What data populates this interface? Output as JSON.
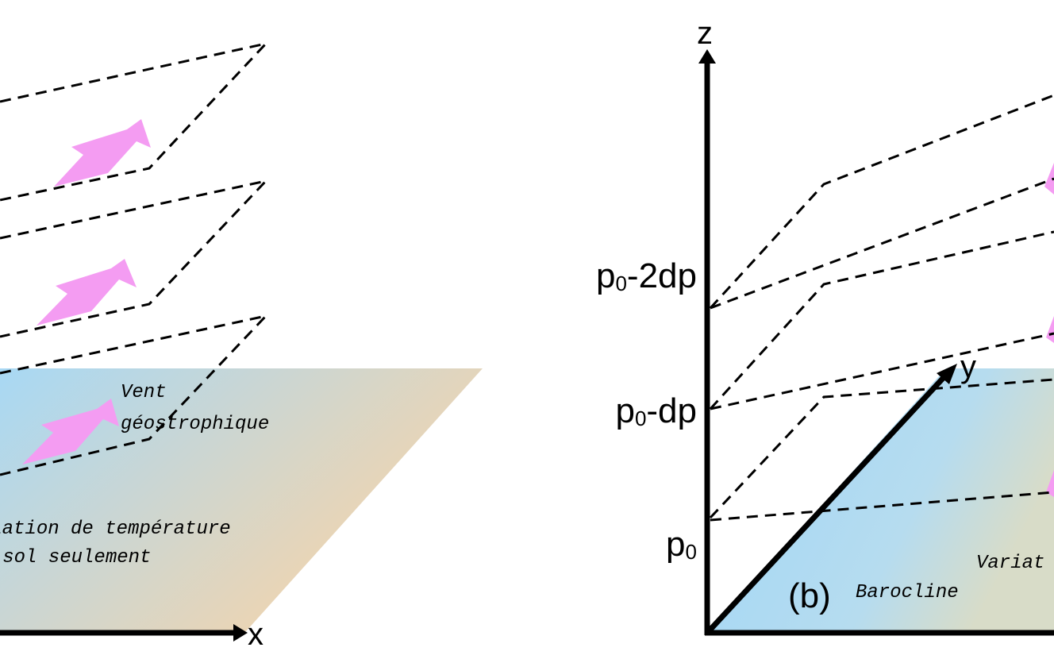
{
  "left_panel": {
    "axis_x_label": "x",
    "wind_label_line1": "Vent",
    "wind_label_line2": "géostrophique",
    "temp_label_line1": "Variation de température",
    "temp_label_line2": "au sol seulement"
  },
  "right_panel": {
    "panel_label": "(b)",
    "type_label": "Barocline",
    "axis_z_label": "z",
    "axis_y_label": "y",
    "level_p0": {
      "base": "p",
      "sub": "0",
      "suffix": ""
    },
    "level_p0_dp": {
      "base": "p",
      "sub": "0",
      "suffix": "-dp"
    },
    "level_p0_2dp": {
      "base": "p",
      "sub": "0",
      "suffix": "-2dp"
    },
    "temp_label_fragment": "Variat"
  },
  "colors": {
    "ground_left": "#a8d8f4",
    "ground_right": "#f8d4a8",
    "wind_arrow": "#f49cf2",
    "axis": "#000000",
    "dashed_surface": "#000000"
  }
}
